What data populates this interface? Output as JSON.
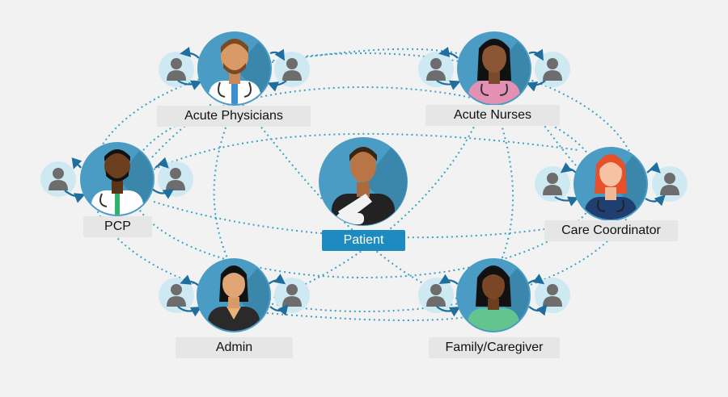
{
  "nodes": {
    "acute_physicians": {
      "label": "Acute Physicians"
    },
    "acute_nurses": {
      "label": "Acute Nurses"
    },
    "pcp": {
      "label": "PCP"
    },
    "care_coordinator": {
      "label": "Care Coordinator"
    },
    "patient": {
      "label": "Patient"
    },
    "admin": {
      "label": "Admin"
    },
    "family_caregiver": {
      "label": "Family/Caregiver"
    }
  },
  "colors": {
    "circle": "#4a9cc4",
    "circle_light": "#cfe9f2",
    "dotted_line": "#3aa0c8",
    "arrow": "#1f6f9e",
    "label_bg": "#e6e6e6",
    "patient_label_bg": "#1d8bbf"
  },
  "icons": [
    "person-silhouette-icon",
    "doctor-avatar-icon",
    "nurse-avatar-icon",
    "patient-avatar-icon"
  ]
}
